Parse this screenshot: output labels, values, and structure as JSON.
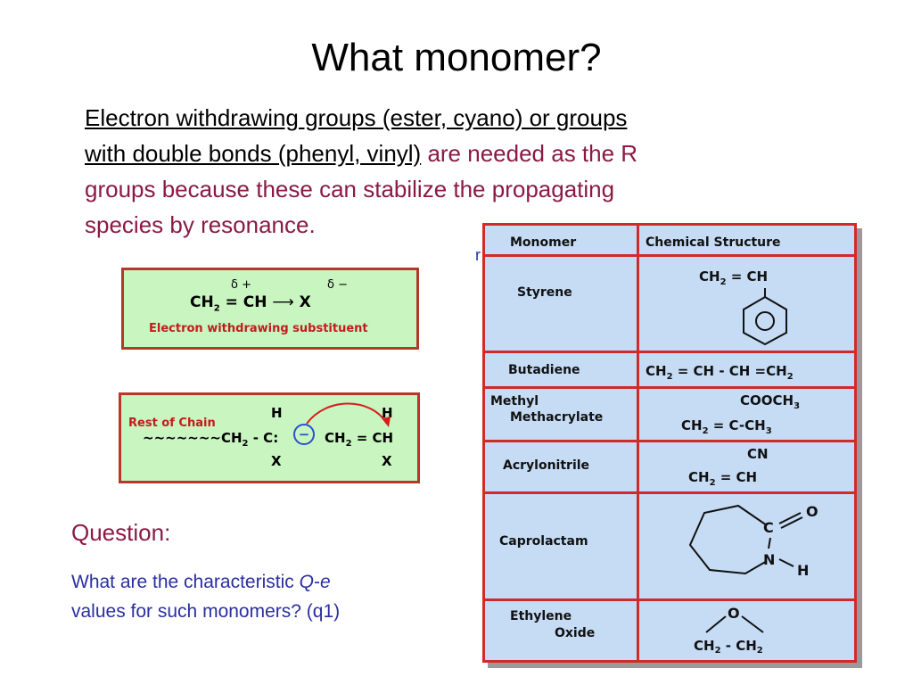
{
  "title": "What monomer?",
  "paragraph": {
    "underlined_1": "Electron withdrawing groups (ester, cyano) or groups",
    "underlined_2": "with double bonds (phenyl, vinyl)",
    "rest_1": " are needed as the R",
    "rest_2": "groups because these can stabilize the propagating",
    "rest_3": "species by resonance."
  },
  "stray_char": "r",
  "box1": {
    "delta_plus": "δ +",
    "delta_minus": "δ −",
    "caption": "Electron withdrawing substituent"
  },
  "box2": {
    "label": "Rest of Chain",
    "chain": "~~~~~~~CH",
    "chain_sub": "2",
    "chain_rest": " - C:",
    "h_top": "H",
    "x_bottom": "X",
    "charge": "−",
    "h_top_right": "H",
    "x_bottom_right": "X"
  },
  "question": {
    "title": "Question:",
    "line1_prefix": "What are the characteristic ",
    "q": "Q",
    "dash": "-",
    "e": "e",
    "line2": "values for such monomers? (q1)"
  },
  "table": {
    "headers": [
      "Monomer",
      "Chemical Structure"
    ],
    "rows": [
      {
        "name": "Styrene"
      },
      {
        "name": "Butadiene"
      },
      {
        "name_1": "Methyl",
        "name_2": "Methacrylate"
      },
      {
        "name": "Acrylonitrile"
      },
      {
        "name": "Caprolactam"
      },
      {
        "name_1": "Ethylene",
        "name_2": "Oxide"
      }
    ]
  },
  "colors": {
    "box_fill": "#c8f5c0",
    "box_border": "#b33a2a",
    "table_fill": "#c6dcf5",
    "table_border": "#cf2b2b",
    "question_title": "#8a1a44",
    "question_body": "#2a2fa0"
  }
}
